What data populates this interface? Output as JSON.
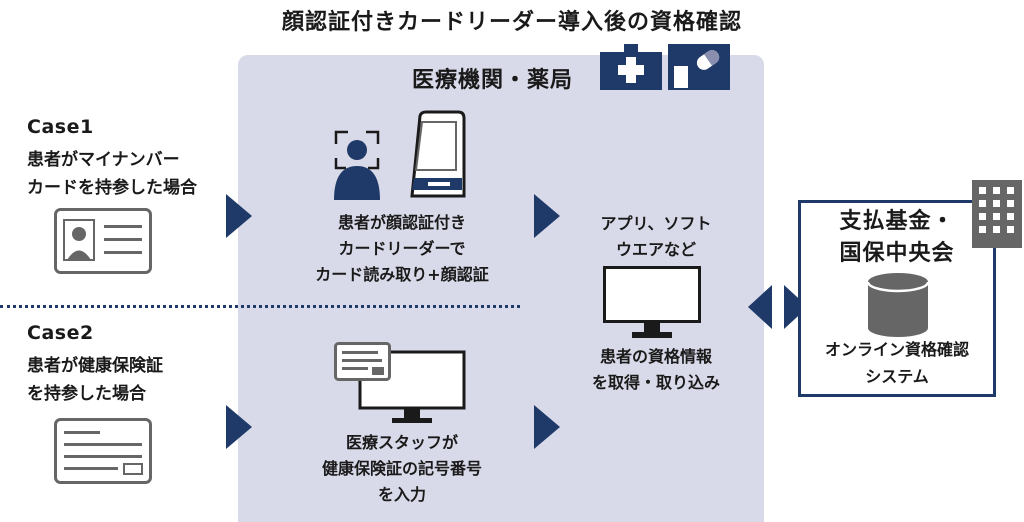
{
  "title": "顔認証付きカードリーダー導入後の資格確認",
  "panel": {
    "title": "医療機関・薬局",
    "icons": [
      "hospital-icon",
      "pharmacy-icon"
    ]
  },
  "case1": {
    "title": "Case1",
    "desc_line1": "患者がマイナンバー",
    "desc_line2": "カードを持参した場合",
    "icon": "id-card-with-photo-icon"
  },
  "case2": {
    "title": "Case2",
    "desc_line1": "患者が健康保険証",
    "desc_line2": "を持参した場合",
    "icon": "health-insurance-card-icon"
  },
  "step_face": {
    "line1": "患者が顔認証付き",
    "line2": "カードリーダーで",
    "line3": "カード読み取り+顔認証",
    "icons": [
      "face-scan-icon",
      "card-reader-icon"
    ]
  },
  "step_staff": {
    "line1": "医療スタッフが",
    "line2": "健康保険証の記号番号",
    "line3": "を入力",
    "icon": "pc-with-card-icon"
  },
  "step_app": {
    "top_line1": "アプリ、ソフト",
    "top_line2": "ウエアなど",
    "bottom_line1": "患者の資格情報",
    "bottom_line2": "を取得・取り込み",
    "icon": "monitor-icon"
  },
  "system": {
    "title_line1": "支払基金・",
    "title_line2": "国保中央会",
    "label_line1": "オンライン資格確認",
    "label_line2": "システム",
    "icons": [
      "building-icon",
      "database-icon"
    ]
  },
  "colors": {
    "navy": "#1f3a68",
    "panel_bg": "#d9dae9",
    "gray": "#666666"
  }
}
